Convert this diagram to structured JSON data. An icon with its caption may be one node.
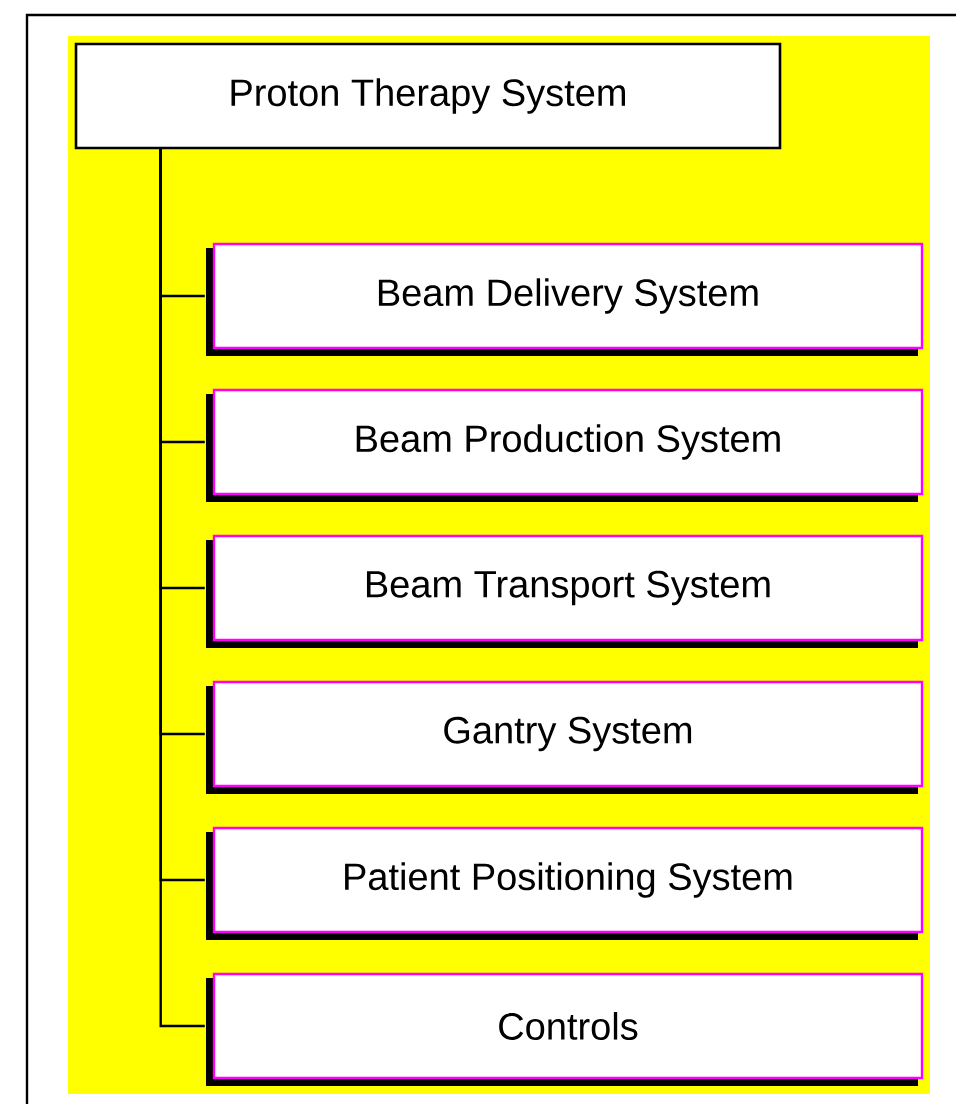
{
  "diagram": {
    "nodes": [
      {
        "text": [
          "Proton Therapy System"
        ]
      },
      {
        "text": [
          "Beam Delivery System"
        ]
      },
      {
        "text": [
          "Beam Production System"
        ]
      },
      {
        "text": [
          "Beam Transport System"
        ]
      },
      {
        "text": [
          "Gantry System"
        ]
      },
      {
        "text": [
          "Patient Positioning System"
        ]
      },
      {
        "text": [
          "Controls"
        ]
      }
    ],
    "edges": [
      {
        "from": 0,
        "to": 1,
        "arrow": "none"
      },
      {
        "from": 0,
        "to": 2,
        "arrow": "none"
      },
      {
        "from": 0,
        "to": 3,
        "arrow": "none"
      },
      {
        "from": 0,
        "to": 4,
        "arrow": "none"
      },
      {
        "from": 0,
        "to": 5,
        "arrow": "none"
      },
      {
        "from": 0,
        "to": 6,
        "arrow": "none"
      }
    ]
  }
}
